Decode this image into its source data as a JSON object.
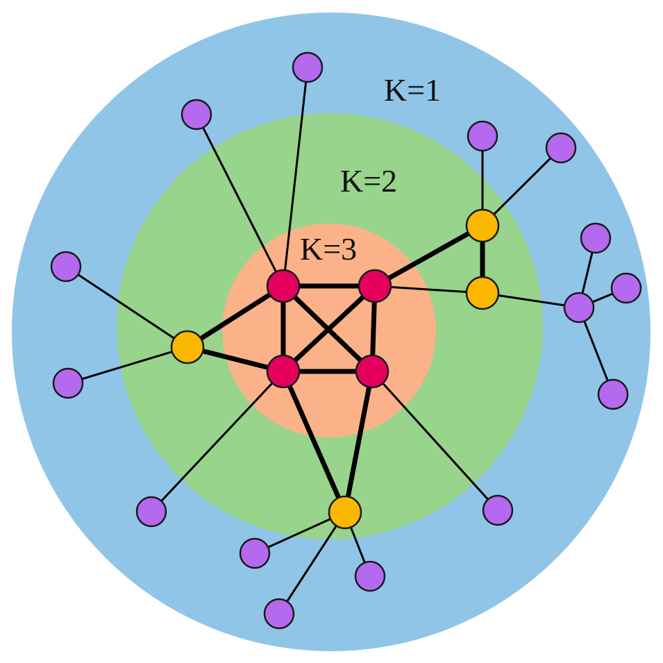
{
  "diagram": {
    "shells": [
      {
        "id": "k1",
        "label": "K=1",
        "color": "#90c5e8"
      },
      {
        "id": "k2",
        "label": "K=2",
        "color": "#98d48c"
      },
      {
        "id": "k3",
        "label": "K=3",
        "color": "#fbb289"
      }
    ],
    "node_colors": {
      "core": "#e5005e",
      "middle": "#fbb800",
      "outer": "#b569ee"
    }
  }
}
